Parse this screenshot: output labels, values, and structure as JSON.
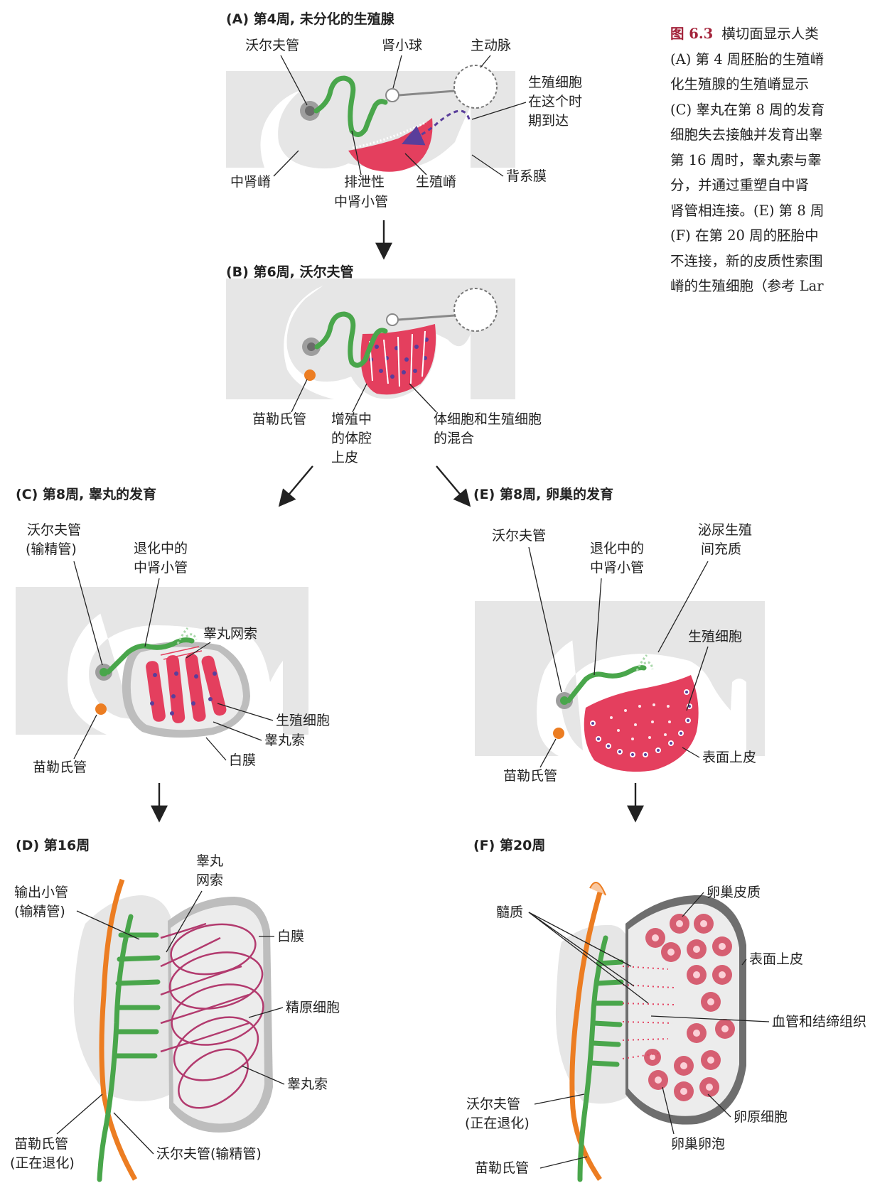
{
  "caption": {
    "figure_number": "图 6.3",
    "lines": [
      "横切面显示人类",
      "(A) 第 4 周胚胎的生殖嵴",
      "化生殖腺的生殖嵴显示",
      "(C) 睾丸在第 8 周的发育",
      "细胞失去接触并发育出睾",
      "第 16 周时，睾丸索与睾",
      "分，并通过重塑自中肾",
      "肾管相连接。(E) 第 8 周",
      "(F) 在第 20 周的胚胎中",
      "不连接，新的皮质性索围",
      "嵴的生殖细胞（参考 Lar"
    ]
  },
  "panels": {
    "A": {
      "title": "(A) 第4周, 未分化的生殖腺",
      "labels": {
        "wolffian_duct": "沃尔夫管",
        "glomerulus": "肾小球",
        "aorta": "主动脉",
        "germ_cells_l1": "生殖细胞",
        "germ_cells_l2": "在这个时",
        "germ_cells_l3": "期到达",
        "dorsal_mesentery": "背系膜",
        "genital_ridge": "生殖嵴",
        "excretory_l1": "排泄性",
        "excretory_l2": "中肾小管",
        "mesonephric_ridge": "中肾嵴"
      }
    },
    "B": {
      "title": "(B) 第6周, 沃尔夫管",
      "labels": {
        "mullerian_duct": "苗勒氏管",
        "proliferating_l1": "增殖中",
        "proliferating_l2": "的体腔",
        "proliferating_l3": "上皮",
        "mix_l1": "体细胞和生殖细胞",
        "mix_l2": "的混合"
      }
    },
    "C": {
      "title": "(C) 第8周, 睾丸的发育",
      "labels": {
        "wolffian_l1": "沃尔夫管",
        "wolffian_l2": "(输精管)",
        "degenerating_l1": "退化中的",
        "degenerating_l2": "中肾小管",
        "rete_testis": "睾丸网索",
        "germ_cells": "生殖细胞",
        "testis_cords": "睾丸索",
        "tunica_albuginea": "白膜",
        "mullerian_duct": "苗勒氏管"
      }
    },
    "D": {
      "title": "(D) 第16周",
      "labels": {
        "efferent_l1": "输出小管",
        "efferent_l2": "(输精管)",
        "rete_l1": "睾丸",
        "rete_l2": "网索",
        "tunica_albuginea": "白膜",
        "spermatogonia": "精原细胞",
        "testis_cords": "睾丸索",
        "mullerian_l1": "苗勒氏管",
        "mullerian_l2": "(正在退化)",
        "wolffian_vas": "沃尔夫管(输精管)"
      }
    },
    "E": {
      "title": "(E) 第8周, 卵巢的发育",
      "labels": {
        "wolffian_duct": "沃尔夫管",
        "degenerating_l1": "退化中的",
        "degenerating_l2": "中肾小管",
        "urogenital_l1": "泌尿生殖",
        "urogenital_l2": "间充质",
        "germ_cells": "生殖细胞",
        "surface_epithelium": "表面上皮",
        "mullerian_duct": "苗勒氏管"
      }
    },
    "F": {
      "title": "(F) 第20周",
      "labels": {
        "medulla": "髓质",
        "ovarian_cortex": "卵巢皮质",
        "surface_epithelium": "表面上皮",
        "vessels": "血管和结缔组织",
        "oogonia": "卵原细胞",
        "follicles": "卵巢卵泡",
        "wolffian_l1": "沃尔夫管",
        "wolffian_l2": "(正在退化)",
        "mullerian_duct": "苗勒氏管"
      }
    }
  },
  "colors": {
    "tissue_gray": "#e6e6e6",
    "ridge_red": "#e43f5e",
    "wolffian_green": "#49a64b",
    "mullerian_orange": "#ec7d22",
    "germ_cell_purple": "#5a3e9b",
    "cord_pink": "#b23a6e",
    "caption_red": "#a3233a"
  }
}
